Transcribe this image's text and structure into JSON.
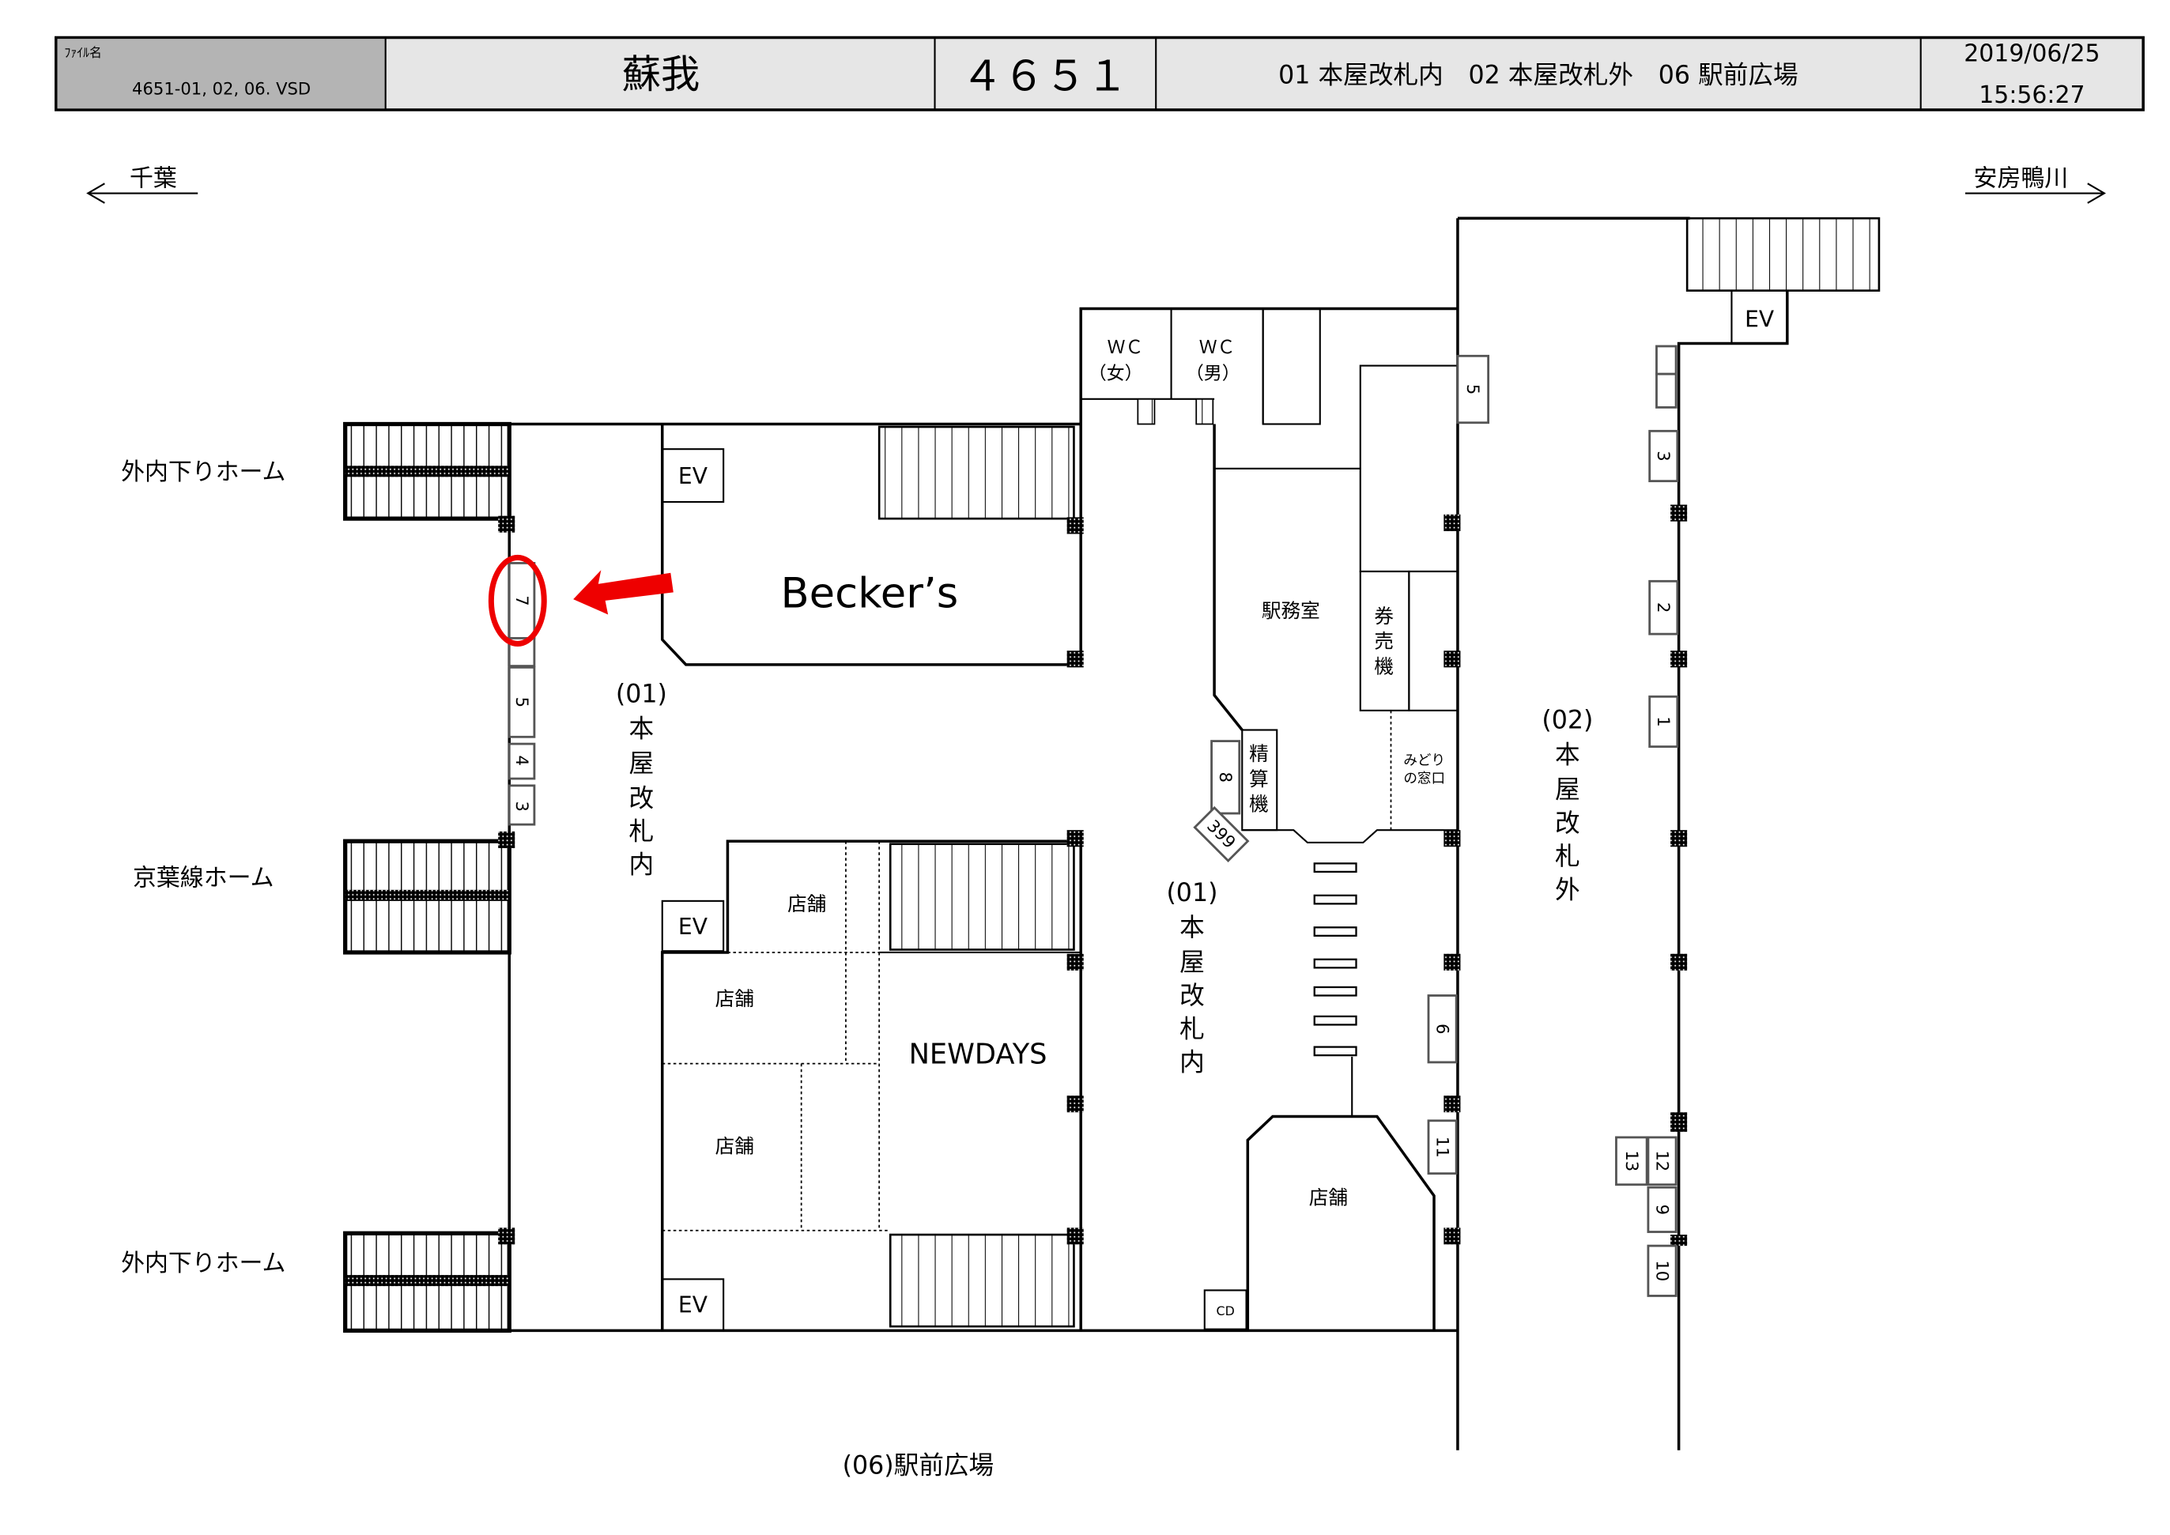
{
  "header": {
    "file_label": "ﾌｧｲﾙ名",
    "file_name": "4651-01, 02, 06. VSD",
    "station": "蘇我",
    "code": "４６５１",
    "areas": "01 本屋改札内　02 本屋改札外　06 駅前広場",
    "date": "2019/06/25",
    "time": "15:56:27"
  },
  "directions": {
    "left": "千葉",
    "right": "安房鴨川"
  },
  "platforms": [
    "外内下りホーム",
    "京葉線ホーム",
    "外内下りホーム"
  ],
  "areas": {
    "inside_a": {
      "num": "(01)",
      "chars": [
        "本",
        "屋",
        "改",
        "札",
        "内"
      ]
    },
    "inside_b": {
      "num": "(01)",
      "chars": [
        "本",
        "屋",
        "改",
        "札",
        "内"
      ]
    },
    "outside": {
      "num": "(02)",
      "chars": [
        "本",
        "屋",
        "改",
        "札",
        "外"
      ]
    },
    "plaza": "(06)駅前広場"
  },
  "rooms": {
    "wc_f": [
      "ＷＣ",
      "（女）"
    ],
    "wc_m": [
      "ＷＣ",
      "（男）"
    ],
    "ev": "EV",
    "beckers": "Becker’s",
    "newdays": "NEWDAYS",
    "shop": "店舗",
    "office": "駅務室",
    "ticket_machine": [
      "券",
      "売",
      "機"
    ],
    "fare_machine": [
      "精",
      "算",
      "機"
    ],
    "midori": [
      "みどり",
      "の窓口"
    ],
    "cd": "CD"
  },
  "numbers": {
    "left": [
      "7",
      "5",
      "4",
      "3"
    ],
    "center": [
      "8",
      "399",
      "6",
      "11",
      "5"
    ],
    "right": [
      "3",
      "2",
      "1",
      "12",
      "13",
      "9",
      "10"
    ]
  },
  "highlight_color": "#ee0000"
}
